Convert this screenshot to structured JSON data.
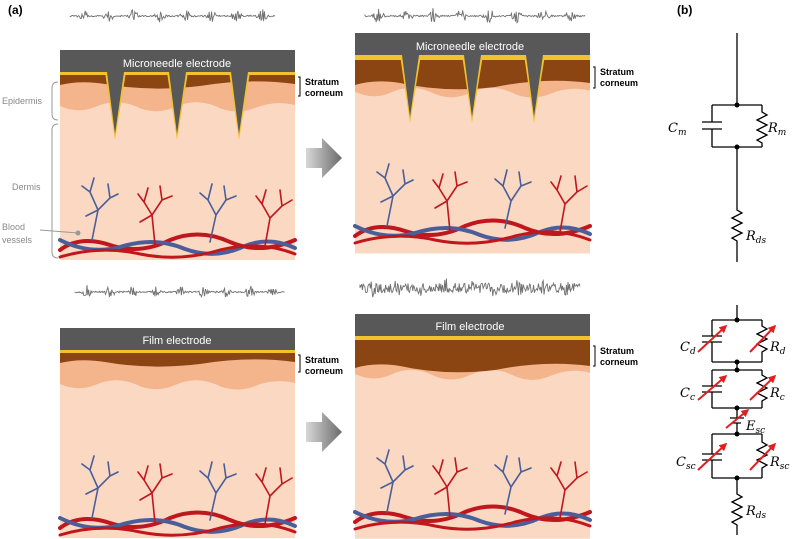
{
  "panel_a": {
    "label": "(a)",
    "microneedle": {
      "electrode_label": "Microneedle electrode",
      "stratum_corneum_label": [
        "Stratum",
        "corneum"
      ]
    },
    "film": {
      "electrode_label": "Film electrode",
      "stratum_corneum_label": [
        "Stratum",
        "corneum"
      ]
    },
    "layer_labels": {
      "epidermis": "Epidermis",
      "dermis": "Dermis",
      "blood_vessels": [
        "Blood",
        "vessels"
      ]
    }
  },
  "panel_b": {
    "label": "(b)",
    "microneedle_circuit": {
      "capacitor": {
        "sym": "C",
        "sub": "m"
      },
      "resistor": {
        "sym": "R",
        "sub": "m"
      },
      "series_resistor": {
        "sym": "R",
        "sub": "ds"
      }
    },
    "film_circuit": {
      "c1": {
        "sym": "C",
        "sub": "d"
      },
      "r1": {
        "sym": "R",
        "sub": "d"
      },
      "c2": {
        "sym": "C",
        "sub": "c"
      },
      "r2": {
        "sym": "R",
        "sub": "c"
      },
      "source": {
        "sym": "E",
        "sub": "sc"
      },
      "c3": {
        "sym": "C",
        "sub": "sc"
      },
      "r3": {
        "sym": "R",
        "sub": "sc"
      },
      "series_resistor": {
        "sym": "R",
        "sub": "ds"
      }
    }
  },
  "colors": {
    "electrode": "#585858",
    "stratum": "#8b4513",
    "gold": "#f2c12e",
    "epidermis": "#f4b48c",
    "dermis": "#fbd8c2",
    "artery": "#c0161d",
    "vein": "#4a5f9a",
    "arrow": "#7a7a7a",
    "red_arrow": "#e02020"
  }
}
